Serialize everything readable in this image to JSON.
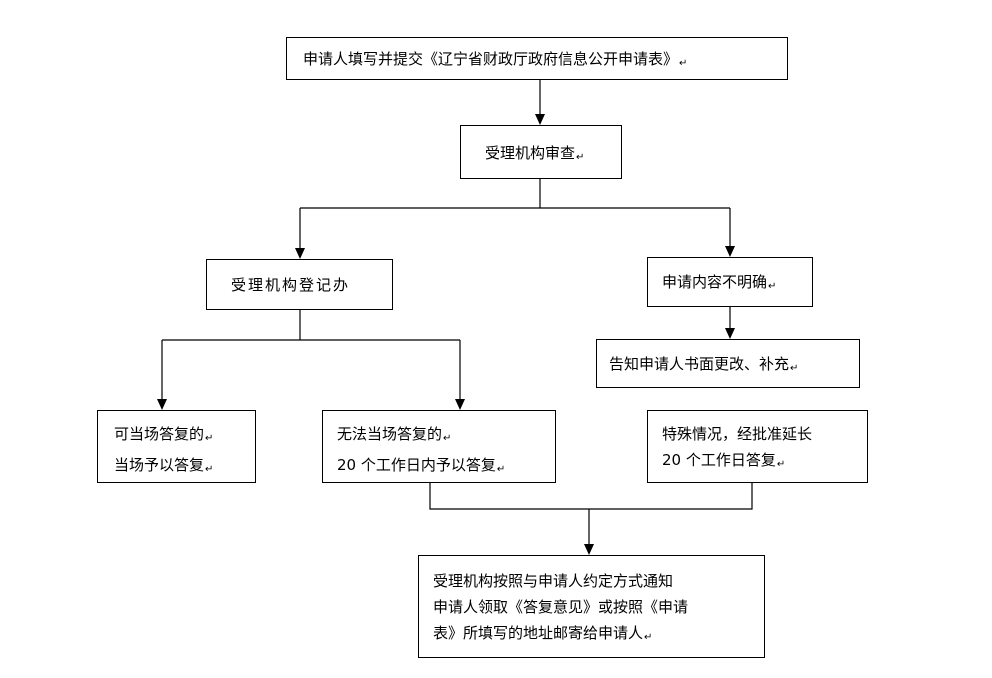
{
  "diagram": {
    "return_mark": "↵",
    "nodes": {
      "apply": {
        "lines": [
          "申请人填写并提交《辽宁省财政厅政府信息公开申请表》"
        ]
      },
      "review": {
        "lines": [
          "受理机构审查"
        ]
      },
      "register": {
        "lines": [
          "受理机构登记办"
        ]
      },
      "unclear": {
        "lines": [
          "申请内容不明确"
        ]
      },
      "notify_change": {
        "lines": [
          "告知申请人书面更改、补充"
        ]
      },
      "immediate": {
        "lines": [
          "可当场答复的",
          "当场予以答复"
        ]
      },
      "within20": {
        "lines": [
          "无法当场答复的",
          "20 个工作日内予以答复"
        ]
      },
      "special": {
        "lines": [
          "特殊情况，经批准延长",
          "20 个工作日答复"
        ]
      },
      "final": {
        "lines": [
          "受理机构按照与申请人约定方式通知",
          "申请人领取《答复意见》或按照《申请",
          "表》所填写的地址邮寄给申请人"
        ]
      }
    },
    "edges": [
      {
        "from": "apply",
        "to": "review"
      },
      {
        "from": "review",
        "to": "register"
      },
      {
        "from": "review",
        "to": "unclear"
      },
      {
        "from": "unclear",
        "to": "notify_change"
      },
      {
        "from": "register",
        "to": "immediate"
      },
      {
        "from": "register",
        "to": "within20"
      },
      {
        "from": "within20",
        "to": "final"
      },
      {
        "from": "special",
        "to": "final"
      }
    ]
  }
}
